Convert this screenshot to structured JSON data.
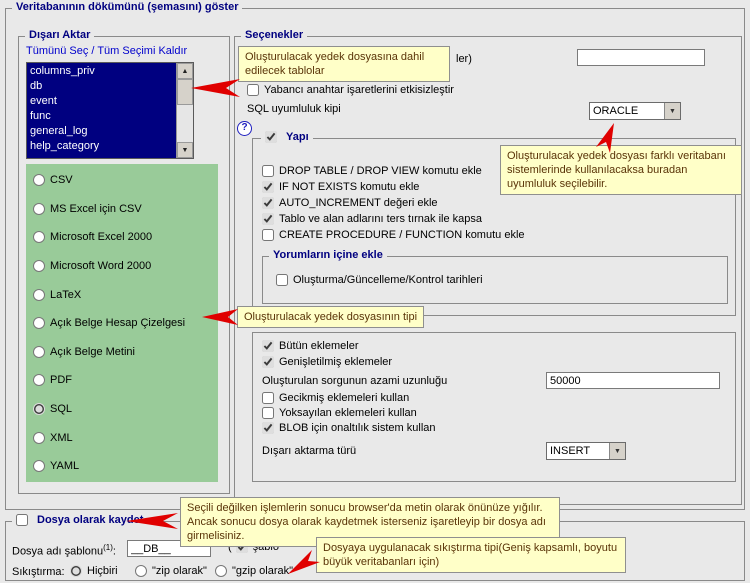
{
  "main": {
    "legend": "Veritabanının dökümünü (şemasını) göster"
  },
  "export": {
    "legend": "Dışarı Aktar",
    "select_all": "Tümünü Seç / Tüm Seçimi Kaldır",
    "tables": [
      "columns_priv",
      "db",
      "event",
      "func",
      "general_log",
      "help_category"
    ],
    "formats": [
      {
        "label": "CSV",
        "selected": false
      },
      {
        "label": "MS Excel için CSV",
        "selected": false
      },
      {
        "label": "Microsoft Excel 2000",
        "selected": false
      },
      {
        "label": "Microsoft Word 2000",
        "selected": false
      },
      {
        "label": "LaTeX",
        "selected": false
      },
      {
        "label": "Açık Belge Hesap Çizelgesi",
        "selected": false
      },
      {
        "label": "Açık Belge Metini",
        "selected": false
      },
      {
        "label": "PDF",
        "selected": false
      },
      {
        "label": "SQL",
        "selected": true
      },
      {
        "label": "XML",
        "selected": false
      },
      {
        "label": "YAML",
        "selected": false
      }
    ]
  },
  "options": {
    "legend": "Seçenekler",
    "row1_fragment": "ler)",
    "fk_label": "Yabancı anahtar işaretlerini etkisizleştir",
    "fk_checked": false,
    "compat_label": "SQL uyumluluk kipi",
    "compat_value": "ORACLE",
    "help_glyph": "?",
    "structure": {
      "legend": "Yapı",
      "legend_checked": true,
      "items": [
        {
          "label": "DROP TABLE / DROP VIEW komutu ekle",
          "checked": false
        },
        {
          "label": "IF NOT EXISTS komutu ekle",
          "checked": true
        },
        {
          "label": "AUTO_INCREMENT değeri ekle",
          "checked": true
        },
        {
          "label": "Tablo ve alan adlarını ters tırnak ile kapsa",
          "checked": true
        },
        {
          "label": "CREATE PROCEDURE / FUNCTION komutu ekle",
          "checked": false
        }
      ],
      "comments": {
        "legend": "Yorumların içine ekle",
        "item": {
          "label": "Oluşturma/Güncelleme/Kontrol tarihleri",
          "checked": false
        }
      }
    },
    "data": {
      "items": [
        {
          "label": "Bütün eklemeler",
          "checked": true
        },
        {
          "label": "Genişletilmiş eklemeler",
          "checked": true
        }
      ],
      "max_query_label": "Oluşturulan sorgunun azami uzunluğu",
      "max_query_value": "50000",
      "items2": [
        {
          "label": "Gecikmiş eklemeleri kullan",
          "checked": false
        },
        {
          "label": "Yoksayılan eklemeleri kullan",
          "checked": false
        },
        {
          "label": "BLOB için onaltılık sistem kullan",
          "checked": true
        }
      ],
      "export_type_label": "Dışarı aktarma türü",
      "export_type_value": "INSERT"
    }
  },
  "save": {
    "legend": "Dosya olarak kaydet",
    "legend_checked": false,
    "filename_label": "Dosya adı şablonu",
    "filename_sup": "(1)",
    "colon": ":",
    "filename_value": "__DB__",
    "after_open": "(",
    "after_text": "şablo",
    "compression_label": "Sıkıştırma:",
    "compression": [
      {
        "label": "Hiçbiri",
        "selected": true
      },
      {
        "label": "\"zip olarak\"",
        "selected": false
      },
      {
        "label": "\"gzip olarak\"",
        "selected": false
      }
    ]
  },
  "callouts": {
    "tables": "Oluşturulacak yedek dosyasına dahil edilecek tablolar",
    "compat": "Oluşturulacak yedek dosyası farklı veritabanı sistemlerinde kullanılacaksa buradan uyumluluk seçilebilir.",
    "format": "Oluşturulacak yedek dosyasının tipi",
    "savefile": "Seçili değilken işlemlerin sonucu browser'da metin olarak önünüze yığılır. Ancak sonucu dosya olarak kaydetmek isterseniz işaretleyip bir dosya adı girmelisiniz.",
    "compression": "Dosyaya uygulanacak sıkıştırma tipi(Geniş kapsamlı, boyutu büyük veritabanları için)"
  },
  "icons": {
    "up": "▲",
    "down": "▼",
    "dropdown": "▼"
  },
  "colors": {
    "accent_navy": "#000080",
    "callout_bg": "#ffffc8",
    "arrow_red": "#e00000",
    "green_panel": "#99cb99"
  }
}
